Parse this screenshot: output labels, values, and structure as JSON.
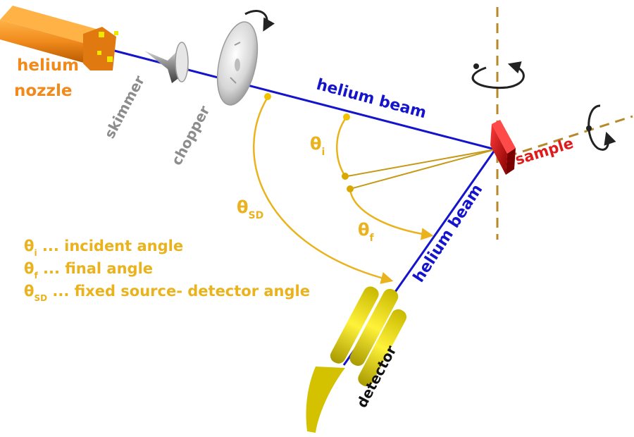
{
  "labels": {
    "nozzle_line1": "helium",
    "nozzle_line2": "nozzle",
    "skimmer": "skimmer",
    "chopper": "chopper",
    "beam_in": "helium  beam",
    "beam_out": "helium  beam",
    "sample": "sample",
    "detector": "detector"
  },
  "angles": {
    "theta": "θ",
    "sub_i": "i",
    "sub_f": "f",
    "sub_sd": "SD"
  },
  "legend": [
    {
      "symbol": "θ",
      "sub": "i",
      "text": " ... incident angle"
    },
    {
      "symbol": "θ",
      "sub": "f",
      "text": " ... final angle"
    },
    {
      "symbol": "θ",
      "sub": "SD",
      "text": " ... fixed source- detector angle"
    }
  ],
  "colors": {
    "nozzle": "#f08a1c",
    "beam": "#1414cc",
    "angle": "#eab31d",
    "sample": "#e01b1b",
    "chopper": "#8c8c8c",
    "detector": "#f2e600",
    "axis": "#b8892a"
  },
  "icons": {
    "nozzle": "helium-nozzle-icon",
    "skimmer": "skimmer-cone-icon",
    "chopper": "chopper-disk-icon",
    "sample": "sample-block-icon",
    "detector": "detector-icon",
    "rotation": "rotation-arrow-icon"
  }
}
